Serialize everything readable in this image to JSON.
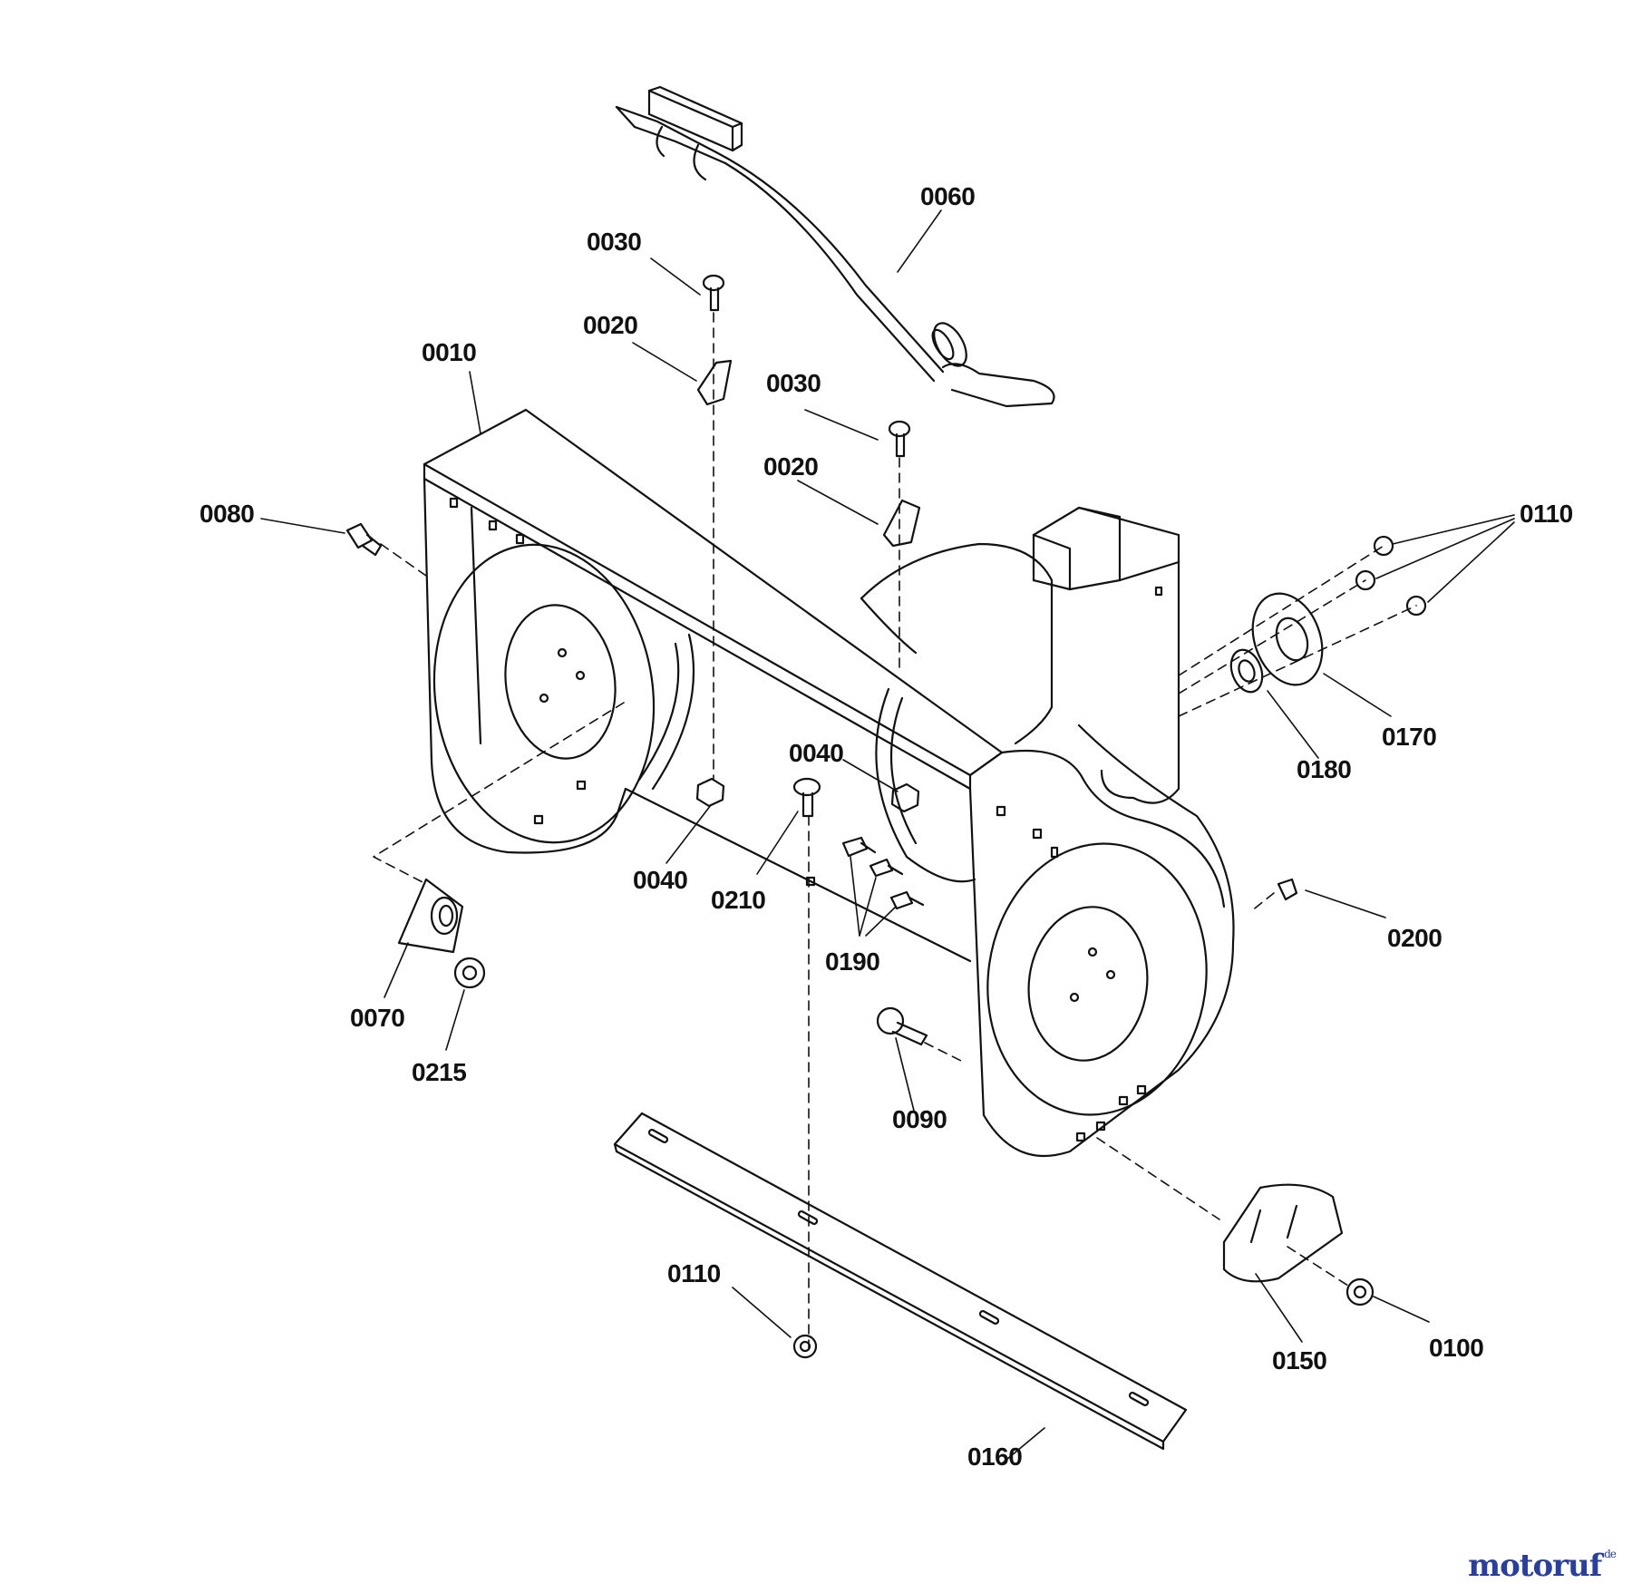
{
  "colors": {
    "line": "#111111",
    "brand_blue": "#2a3f9a",
    "brand_accent": "#e0a020"
  },
  "callouts": [
    "0060",
    "0030",
    "0020",
    "0010",
    "0030",
    "0020",
    "0080",
    "0110",
    "0170",
    "0180",
    "0040",
    "0040",
    "0210",
    "0190",
    "0200",
    "0070",
    "0215",
    "0090",
    "0110",
    "0150",
    "0100",
    "0160"
  ],
  "watermark": {
    "text": "motoruf",
    "tld": ".de"
  }
}
